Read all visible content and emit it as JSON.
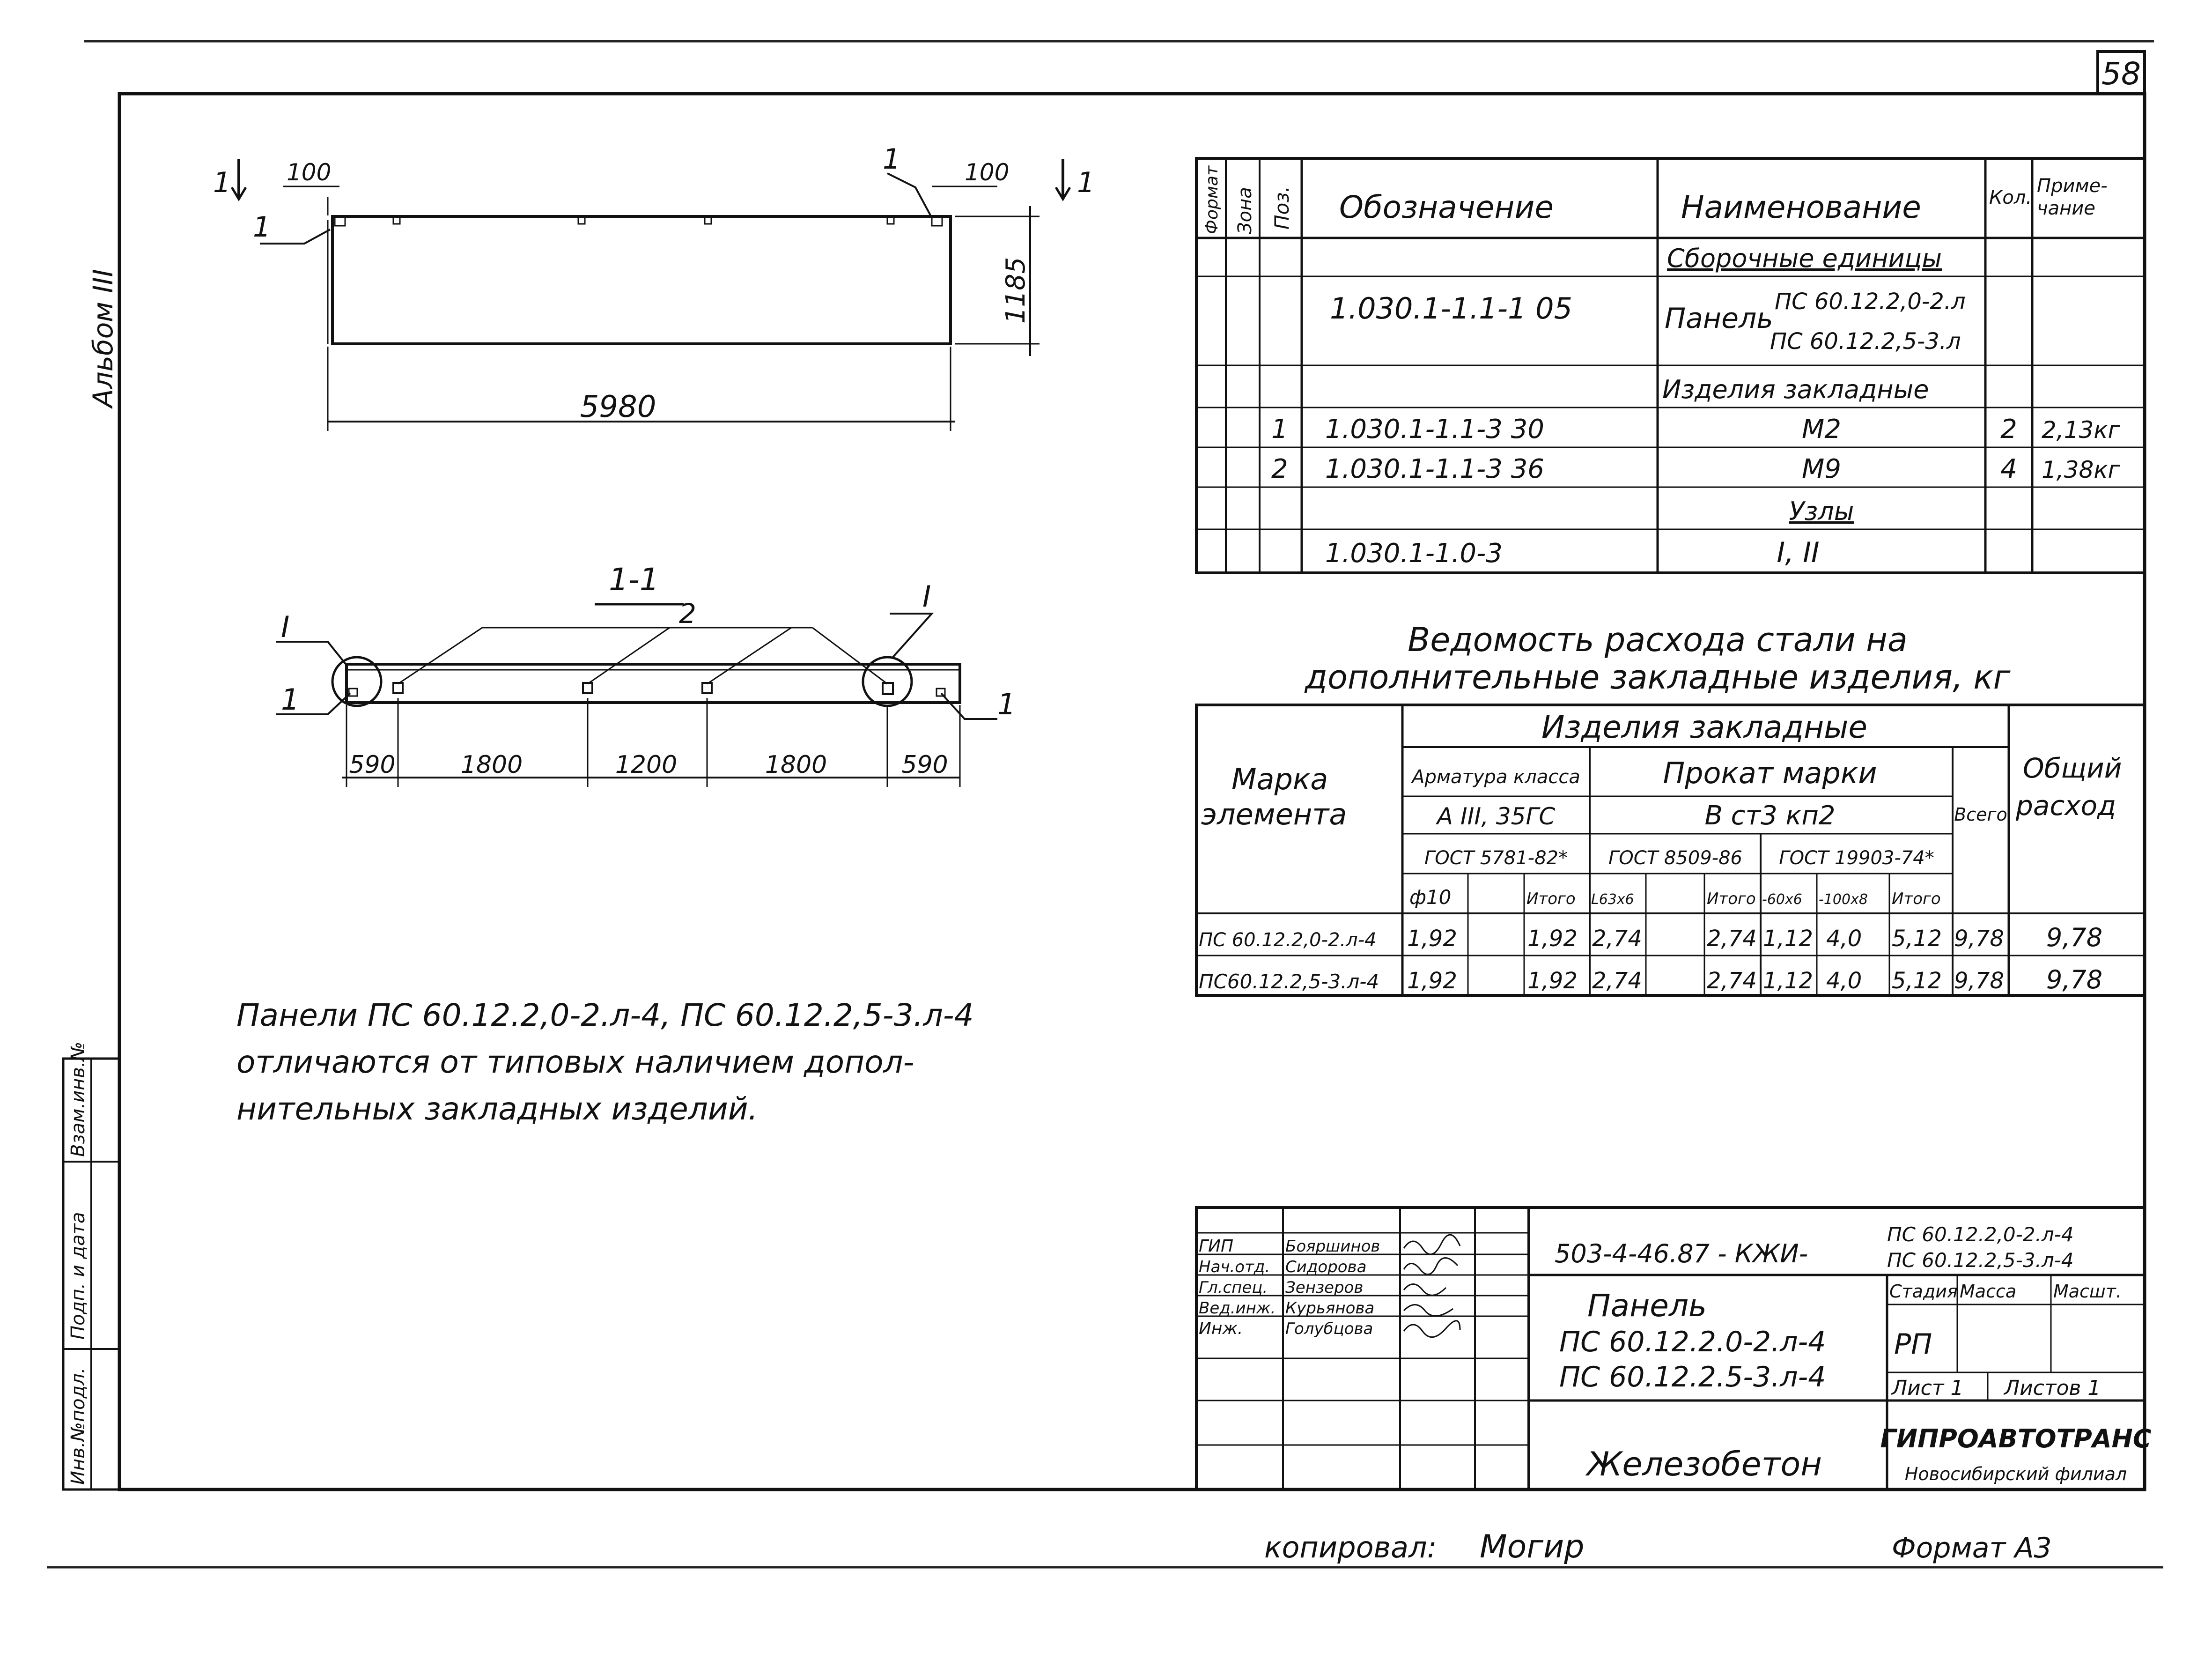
{
  "sheet": {
    "page_number": "58",
    "album_label": "Альбом III",
    "copied_by": "копировал:",
    "copied_sig": "Могир",
    "format_label": "Формат А3",
    "side_labels": [
      "Инв.№подл.",
      "Подп. и дата",
      "Взам.инв.№"
    ]
  },
  "plan": {
    "section_mark": "1",
    "dim_left": "100",
    "dim_right": "100",
    "dim_height": "1185",
    "dim_length": "5980",
    "pos_label": "1"
  },
  "section": {
    "title": "1-1",
    "node_label": "I",
    "pos1": "1",
    "pos2": "2",
    "dims": [
      "590",
      "1800",
      "1200",
      "1800",
      "590"
    ]
  },
  "note": {
    "lines": [
      "Панели ПС 60.12.2,0-2.л-4, ПС 60.12.2,5-3.л-4",
      "отличаются от типовых наличием допол-",
      "нительных закладных изделий."
    ]
  },
  "spec": {
    "headers": {
      "format": "Формат",
      "zone": "Зона",
      "pos": "Поз.",
      "designation": "Обозначение",
      "name": "Наименование",
      "qty": "Кол.",
      "note": "Приме-\nчание"
    },
    "section_assembly": "Сборочные единицы",
    "assembly_designation": "1.030.1-1.1-1 05",
    "assembly_name_word": "Панель",
    "assembly_name_1": "ПС 60.12.2,0-2.л",
    "assembly_name_2": "ПС 60.12.2,5-3.л",
    "section_embedded": "Изделия закладные",
    "rows": [
      {
        "pos": "1",
        "designation": "1.030.1-1.1-3   30",
        "name": "М2",
        "qty": "2",
        "note": "2,13кг"
      },
      {
        "pos": "2",
        "designation": "1.030.1-1.1-3  36",
        "name": "М9",
        "qty": "4",
        "note": "1,38кг"
      }
    ],
    "section_nodes": "Узлы",
    "nodes_designation": "1.030.1-1.0-3",
    "nodes_name": "I, II"
  },
  "steel": {
    "title_1": "Ведомость расхода стали на",
    "title_2": "дополнительные закладные изделия, кг",
    "col_mark": "Марка элемента",
    "col_embedded": "Изделия закладные",
    "col_armature": "Арматура класса",
    "col_armature_class": "А III, 35ГС",
    "col_armature_gost": "ГОСТ 5781-82*",
    "col_rolled": "Прокат марки",
    "col_rolled_grade": "В ст3 кп2",
    "col_rolled_gost1": "ГОСТ 8509-86",
    "col_rolled_gost2": "ГОСТ 19903-74*",
    "col_total": "Всего",
    "col_overall": "Общий расход",
    "sub": [
      "ф10",
      "",
      "Итого",
      "L63x6",
      "",
      "Итого",
      "-60x6",
      "-100x8",
      "Итого"
    ],
    "rows": [
      {
        "mark": "ПС 60.12.2,0-2.л-4",
        "v": [
          "1,92",
          "",
          "1,92",
          "2,74",
          "",
          "2,74",
          "1,12",
          "4,0",
          "5,12",
          "9,78"
        ],
        "overall": "9,78"
      },
      {
        "mark": "ПС60.12.2,5-3.л-4",
        "v": [
          "1,92",
          "",
          "1,92",
          "2,74",
          "",
          "2,74",
          "1,12",
          "4,0",
          "5,12",
          "9,78"
        ],
        "overall": "9,78"
      }
    ]
  },
  "stamp": {
    "code": "503-4-46.87  -  КЖИ-",
    "code_marks": [
      "ПС 60.12.2,0-2.л-4",
      "ПС 60.12.2,5-3.л-4"
    ],
    "roles": [
      {
        "role": "ГИП",
        "name": "Бояршинов"
      },
      {
        "role": "Нач.отд.",
        "name": "Сидорова"
      },
      {
        "role": "Гл.спец.",
        "name": "Зензеров"
      },
      {
        "role": "Вед.инж.",
        "name": "Курьянова"
      },
      {
        "role": "Инж.",
        "name": "Голубцова"
      }
    ],
    "title_word": "Панель",
    "title_1": "ПС 60.12.2.0-2.л-4",
    "title_2": "ПС 60.12.2.5-3.л-4",
    "material": "Железобетон",
    "stage_h": "Стадия",
    "mass_h": "Масса",
    "scale_h": "Масшт.",
    "stage": "РП",
    "sheet_h": "Лист 1",
    "sheets_h": "Листов 1",
    "org": "ГИПРОАВТОТРАНС",
    "branch": "Новосибирский филиал"
  }
}
